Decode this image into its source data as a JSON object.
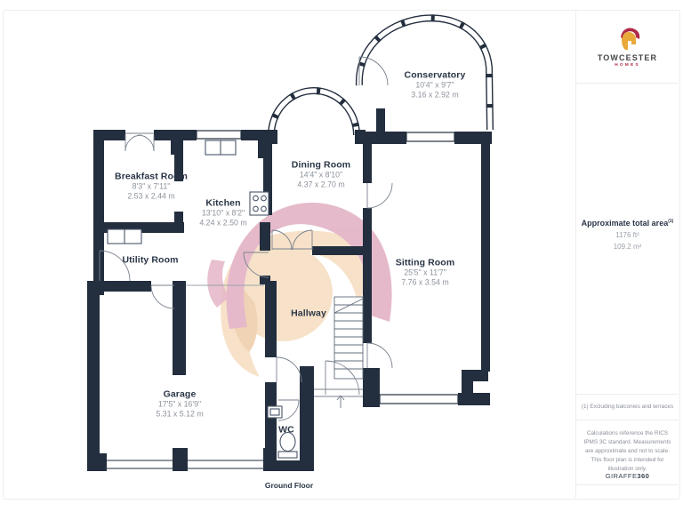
{
  "brand": {
    "name": "TOWCESTER",
    "sub": "HOMES",
    "logo_icon": "roman-helmet-icon",
    "colors": {
      "gold": "#E9A83A",
      "red": "#B02A45"
    }
  },
  "sidebar": {
    "area": {
      "title": "Approximate total area",
      "title_sup": "(1)",
      "value_ft": "1176 ft²",
      "value_m": "109.2 m²"
    },
    "footnote": "(1) Excluding balconies and terraces",
    "disclaimer": "Calculations reference the RICS IPMS 3C standard. Measurements are approximate and not to scale. This floor plan is intended for illustration only.",
    "credit": {
      "name": "GIRAFFE",
      "bold": "360"
    }
  },
  "plan": {
    "floor_label": "Ground Floor",
    "wall_color": "#232E3E",
    "watermark_colors": {
      "pink": "#CC7596",
      "cream": "#F0C695",
      "tan": "#E2A96B"
    },
    "rooms": [
      {
        "name": "Conservatory",
        "dims_ft": "10'4\" x 9'7\"",
        "dims_m": "3.16 x 2.92 m"
      },
      {
        "name": "Breakfast Room",
        "dims_ft": "8'3\" x 7'11\"",
        "dims_m": "2.53 x 2.44 m"
      },
      {
        "name": "Kitchen",
        "dims_ft": "13'10\" x 8'2\"",
        "dims_m": "4.24 x 2.50 m"
      },
      {
        "name": "Dining Room",
        "dims_ft": "14'4\" x 8'10\"",
        "dims_m": "4.37 x 2.70 m"
      },
      {
        "name": "Sitting Room",
        "dims_ft": "25'5\" x 11'7\"",
        "dims_m": "7.76 x 3.54 m"
      },
      {
        "name": "Utility Room"
      },
      {
        "name": "Hallway"
      },
      {
        "name": "Garage",
        "dims_ft": "17'5\" x 16'9\"",
        "dims_m": "5.31 x 5.12 m"
      },
      {
        "name": "WC"
      }
    ]
  }
}
